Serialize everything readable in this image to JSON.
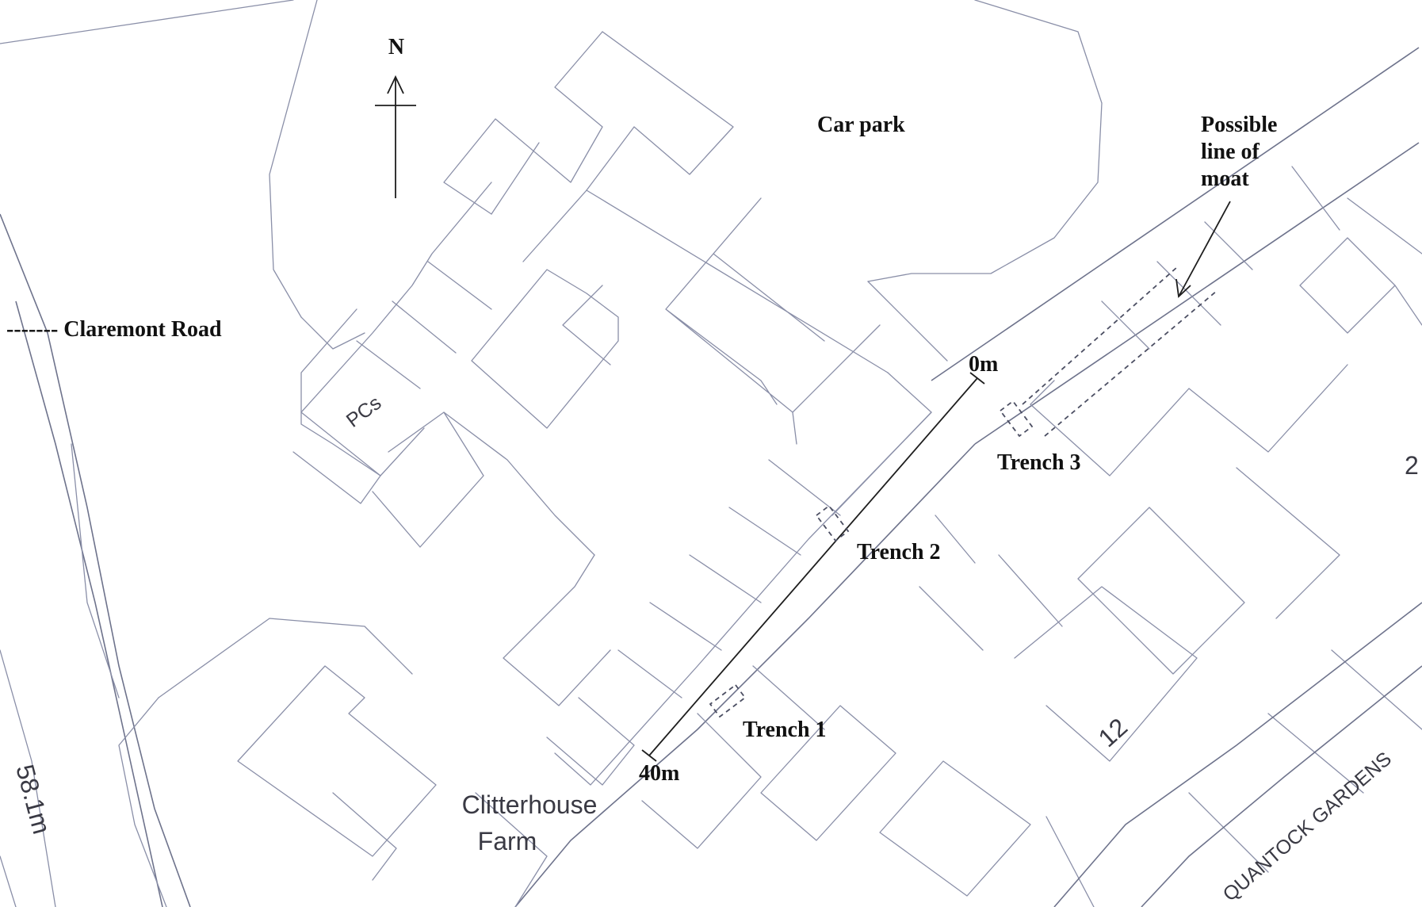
{
  "map": {
    "north_label": "N",
    "labels": {
      "car_park": "Car park",
      "possible_moat_line1": "Possible",
      "possible_moat_line2": "line of",
      "possible_moat_line3": "moat",
      "claremont_road": "------- Claremont Road",
      "pcs": "PCs",
      "start_marker": "0m",
      "end_marker": "40m",
      "trench_1": "Trench 1",
      "trench_2": "Trench 2",
      "trench_3": "Trench 3",
      "farm_line1": "Clitterhouse",
      "farm_line2": "Farm",
      "house_number": "12",
      "quantock_gardens": "QUANTOCK GARDENS",
      "spot_height": "58.1m",
      "partial_number": "2"
    },
    "colors": {
      "base_lines": "#8a8fa8",
      "annotation": "#1e1e1e",
      "text": "#111111"
    }
  }
}
